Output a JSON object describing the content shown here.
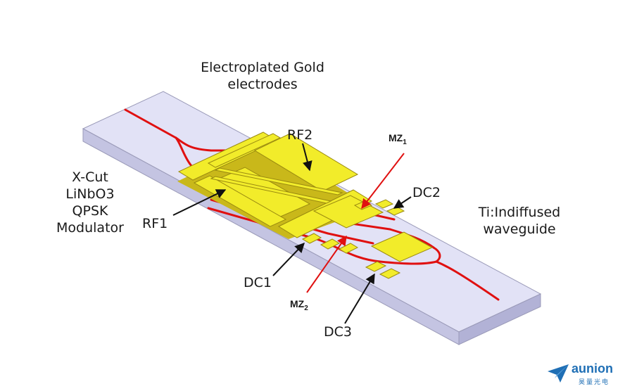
{
  "labels": {
    "top_title_line1": "Electroplated Gold",
    "top_title_line2": "electrodes",
    "left_line1": "X-Cut",
    "left_line2": "LiNbO3",
    "left_line3": "QPSK",
    "left_line4": "Modulator",
    "rf1": "RF1",
    "rf2": "RF2",
    "dc1": "DC1",
    "dc2": "DC2",
    "dc3": "DC3",
    "mz1_base": "MZ",
    "mz1_sub": "1",
    "mz2_base": "MZ",
    "mz2_sub": "2",
    "waveguide_line1": "Ti:Indiffused",
    "waveguide_line2": "waveguide"
  },
  "brand": {
    "name": "aunion",
    "subtitle": "昊量光电",
    "logo_icon": "paper-plane-icon"
  },
  "colors": {
    "substrate_top": "#e2e2f6",
    "substrate_side": "#c4c4e2",
    "substrate_edge": "#9a9ab8",
    "waveguide": "#e01010",
    "gold": "#f2ec2a",
    "gold_shadow": "#c9b81a",
    "brand": "#1f6fb5"
  }
}
